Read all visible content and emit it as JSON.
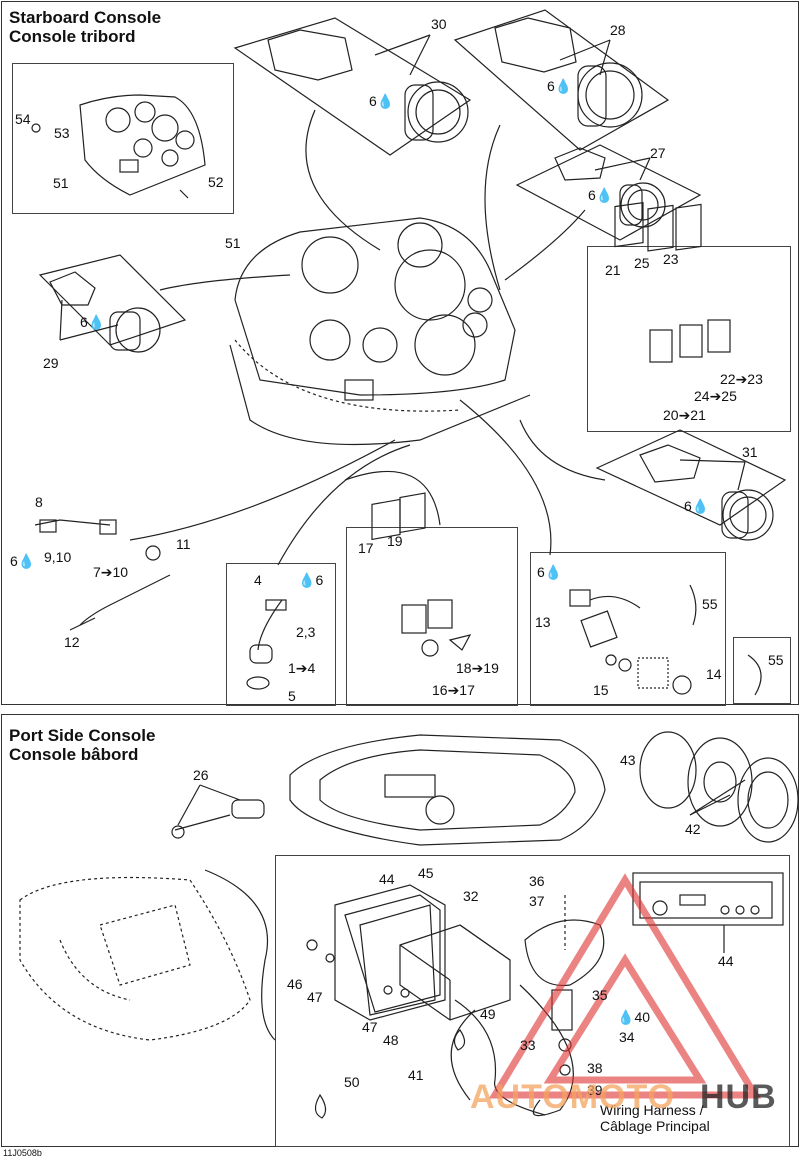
{
  "starboard": {
    "title_line1": "Starboard Console",
    "title_line2": "Console tribord"
  },
  "port": {
    "title_line1": "Port Side Console",
    "title_line2": "Console bâbord"
  },
  "callouts": {
    "c30": "30",
    "c28": "28",
    "c27": "27",
    "c54": "54",
    "c53": "53",
    "c51a": "51",
    "c52": "52",
    "c51b": "51",
    "c21": "21",
    "c25": "25",
    "c23": "23",
    "c22_23": "22➔23",
    "c24_25": "24➔25",
    "c20_21": "20➔21",
    "c29": "29",
    "c31": "31",
    "c8": "8",
    "c9_10": "9,10",
    "c11": "11",
    "c7_10": "7➔10",
    "c12": "12",
    "c4": "4",
    "c6_top": "6",
    "c2_3": "2,3",
    "c1_4": "1➔4",
    "c5": "5",
    "c17": "17",
    "c19": "19",
    "c18_19": "18➔19",
    "c16_17": "16➔17",
    "c13": "13",
    "c55a": "55",
    "c55b": "55",
    "c15": "15",
    "c14": "14",
    "c26": "26",
    "c43": "43",
    "c42": "42",
    "c44a": "44",
    "c45": "45",
    "c32": "32",
    "c36": "36",
    "c37": "37",
    "c44b": "44",
    "c46": "46",
    "c47a": "47",
    "c47b": "47",
    "c48": "48",
    "c49": "49",
    "c35": "35",
    "c40": "40",
    "c34": "34",
    "c33": "33",
    "c38": "38",
    "c41": "41",
    "c39": "39",
    "c50": "50",
    "c6_30": "6",
    "c6_28": "6",
    "c6_27": "6",
    "c6_29": "6",
    "c6_31": "6",
    "c6_8": "6",
    "c6_13": "6"
  },
  "caption_wiring_line1": "Wiring Harness /",
  "caption_wiring_line2": "Câblage Principal",
  "footer_code": "11J0508b",
  "watermark": {
    "text_a": "AUTOMOTO",
    "text_b": "HUB",
    "color_a": "#f4a460",
    "color_b": "#222222",
    "triangle_color": "#e03030"
  },
  "icons": {
    "lubricant": "oil-drop-icon"
  }
}
